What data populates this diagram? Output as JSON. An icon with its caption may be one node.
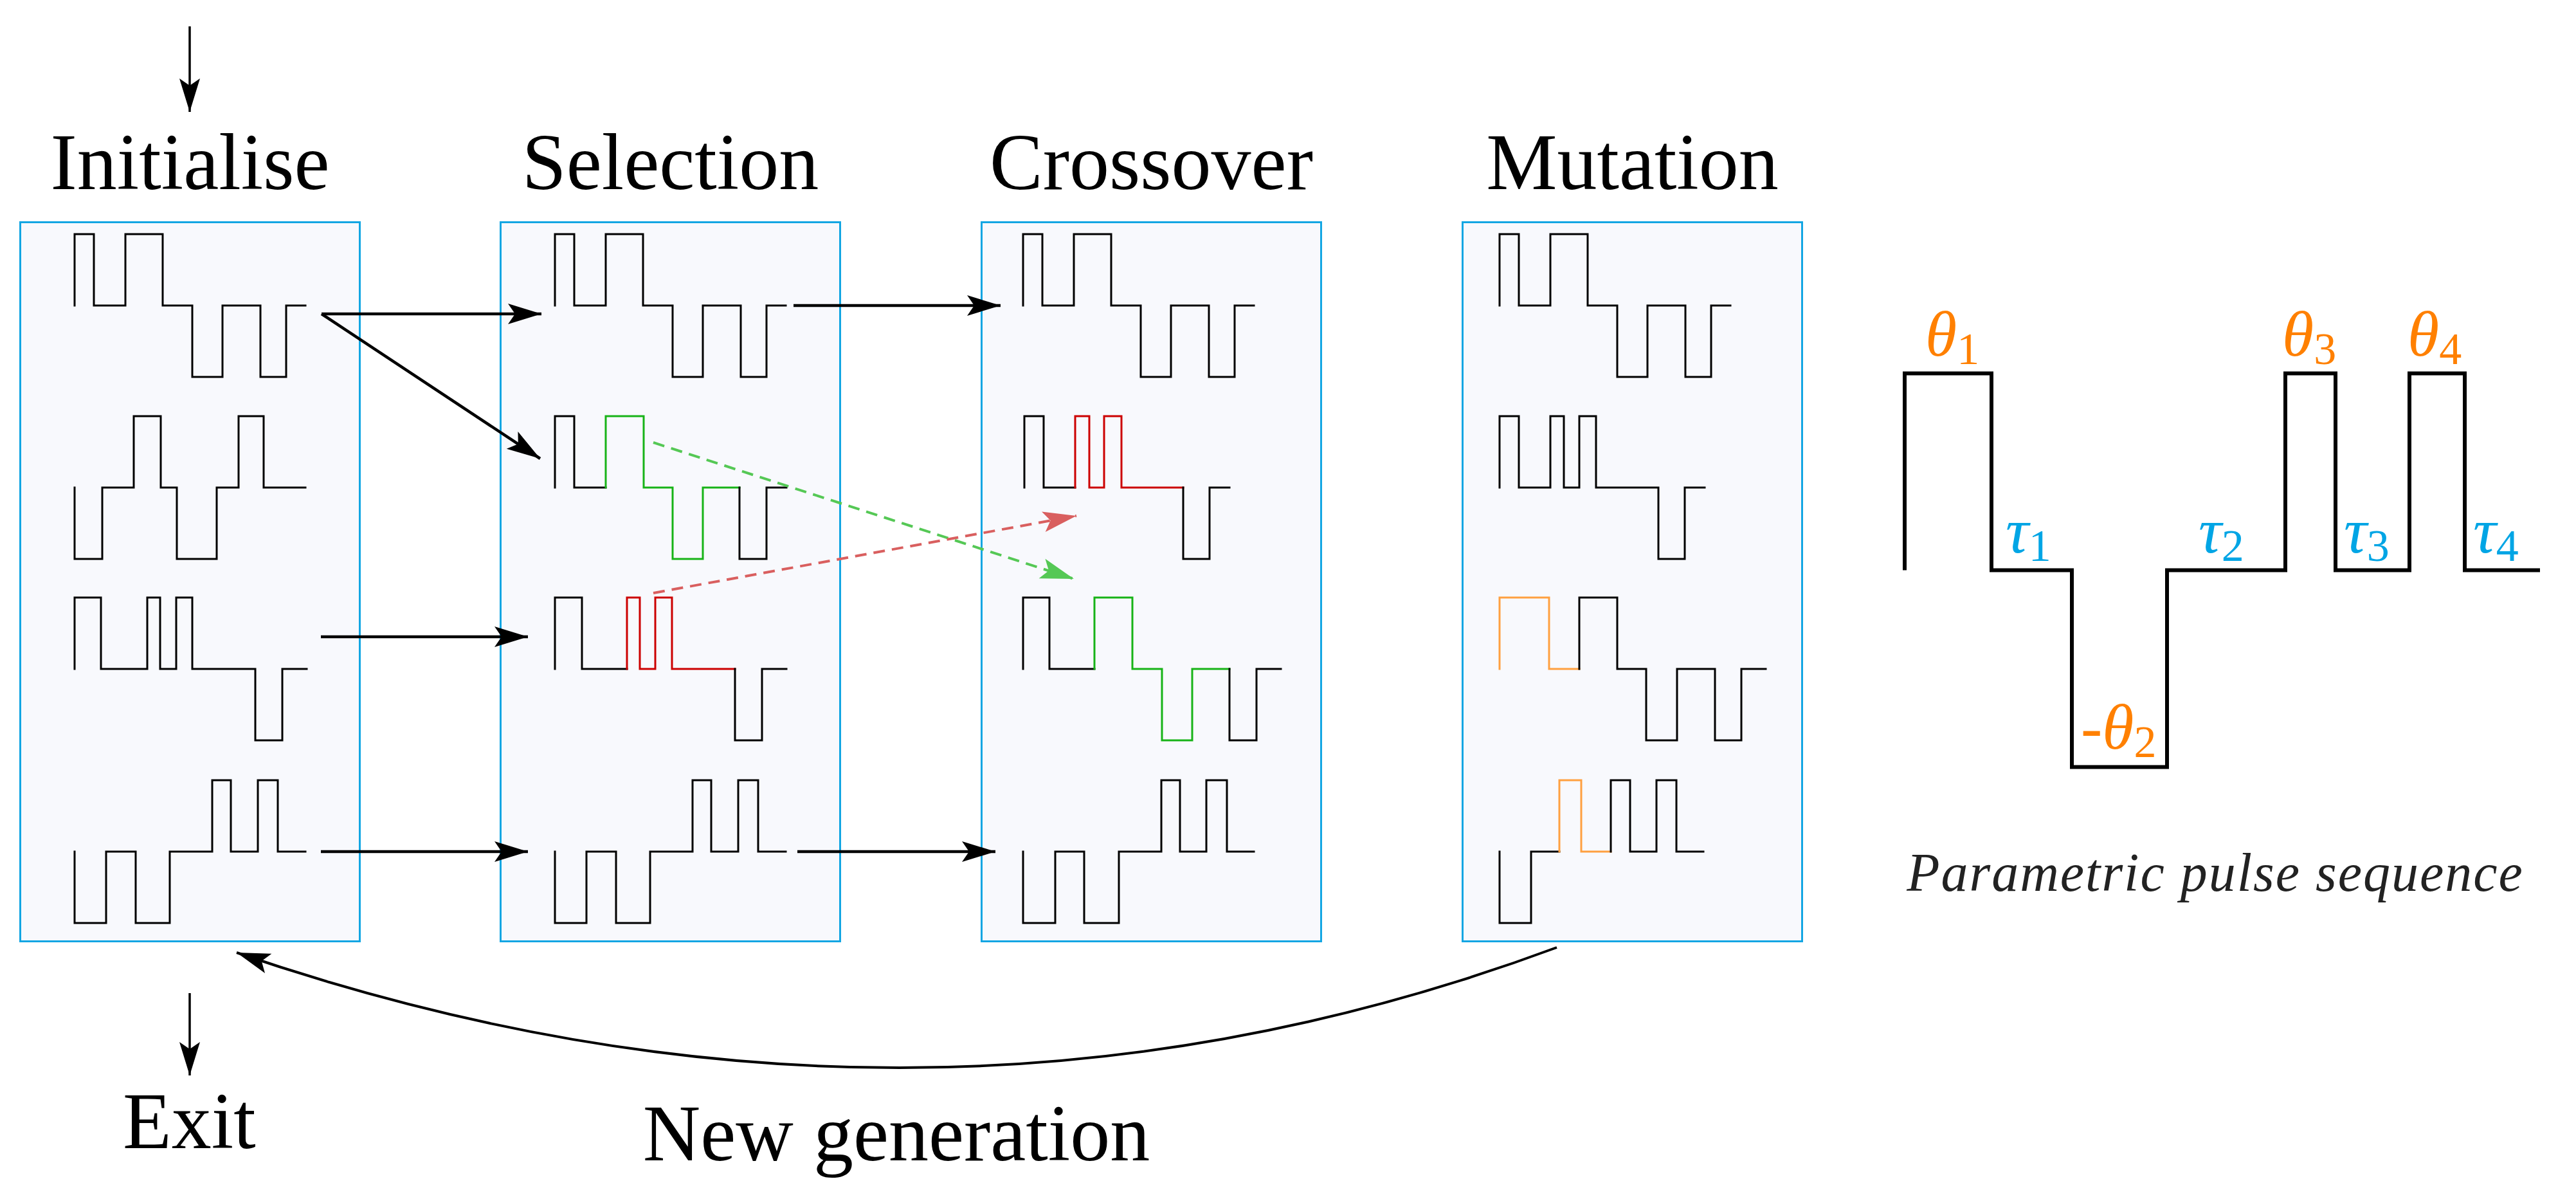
{
  "diagram": {
    "nodes": [
      {
        "text": [
          "Initialise"
        ]
      },
      {
        "text": [],
        "shape": "picture",
        "in": 0
      },
      {
        "text": [],
        "shape": "picture",
        "in": 0
      },
      {
        "text": [],
        "shape": "picture",
        "in": 0
      },
      {
        "text": [],
        "shape": "picture",
        "in": 0
      },
      {
        "text": [
          "Selection"
        ]
      },
      {
        "text": [],
        "shape": "picture",
        "in": 5
      },
      {
        "text": [],
        "shape": "picture",
        "in": 5
      },
      {
        "text": [],
        "shape": "picture",
        "in": 5
      },
      {
        "text": [],
        "shape": "picture",
        "in": 5
      },
      {
        "text": [
          "Crossover"
        ]
      },
      {
        "text": [],
        "shape": "picture",
        "in": 10
      },
      {
        "text": [],
        "shape": "picture",
        "in": 10
      },
      {
        "text": [],
        "shape": "picture",
        "in": 10
      },
      {
        "text": [],
        "shape": "picture",
        "in": 10
      },
      {
        "text": [
          "Mutation"
        ]
      },
      {
        "text": [],
        "shape": "picture",
        "in": 15
      },
      {
        "text": [],
        "shape": "picture",
        "in": 15
      },
      {
        "text": [],
        "shape": "picture",
        "in": 15
      },
      {
        "text": [],
        "shape": "picture",
        "in": 15
      },
      {
        "text": [
          "Exit"
        ]
      }
    ],
    "edges": [
      {
        "from": null,
        "to": 0,
        "arrow": "to"
      },
      {
        "from": 1,
        "to": 6,
        "arrow": "to"
      },
      {
        "from": 1,
        "to": 7,
        "arrow": "to"
      },
      {
        "from": 3,
        "to": 8,
        "arrow": "to"
      },
      {
        "from": 4,
        "to": 9,
        "arrow": "to"
      },
      {
        "from": 6,
        "to": 11,
        "arrow": "to"
      },
      {
        "from": 7,
        "to": 13,
        "arrow": "to",
        "style": "dashed",
        "color": "#55c855"
      },
      {
        "from": 8,
        "to": 12,
        "arrow": "to",
        "style": "dashed",
        "color": "#d95f5f"
      },
      {
        "from": 9,
        "to": 14,
        "arrow": "to"
      },
      {
        "from": 15,
        "to": 0,
        "arrow": "to",
        "label": "New generation"
      },
      {
        "from": 0,
        "to": 20,
        "arrow": "to"
      }
    ],
    "labels": [
      "θ$_{1}$",
      "θ$_{3}$",
      "θ$_{4}$",
      "τ$_{1}$",
      "τ$_{2}$",
      "τ$_{3}$",
      "τ$_{4}$",
      "-θ$_{2}$",
      "Parametric pulse sequence"
    ]
  }
}
